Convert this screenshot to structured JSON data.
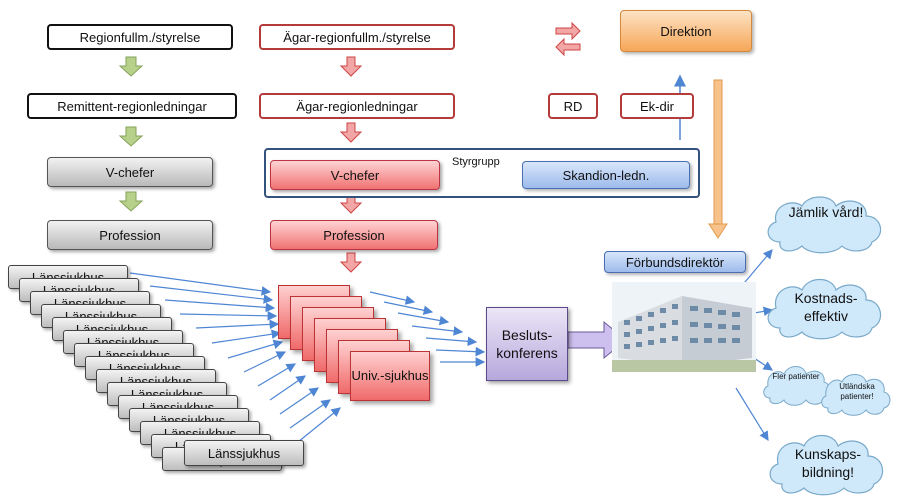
{
  "left_column": {
    "regionfullm": "Regionfullm./styrelse",
    "remittent": "Remittent-regionledningar",
    "vchefer": "V-chefer",
    "profession": "Profession"
  },
  "middle_column": {
    "agar_regionfullm": "Ägar-regionfullm./styrelse",
    "agar_regionledningar": "Ägar-regionledningar",
    "styrgrupp": "Styrgrupp",
    "vchefer": "V-chefer",
    "skandion_ledn": "Skandion-ledn.",
    "profession": "Profession",
    "univ_sjukhus": "Univ.-sjukhus"
  },
  "right_column": {
    "direktion": "Direktion",
    "rd": "RD",
    "ek_dir": "Ek-dir",
    "forbundsdirektor": "Förbundsdirektör",
    "beslutskonferens": "Besluts-konferens"
  },
  "hospitals": {
    "label": "Länssjukhus"
  },
  "clouds": {
    "jamlik": "Jämlik vård!",
    "kostnads": "Kostnads-effektiv",
    "fler": "Fler patienter",
    "utlandska": "Utländska patienter!",
    "kunskaps": "Kunskaps-bildning!"
  },
  "colors": {
    "green_arrow": "#a8c77a",
    "pink_arrow": "#e98a8a",
    "blue_arrow": "#5b8ed6",
    "orange_arrow": "#f5b26b",
    "cloud_fill": "#cfe9fb"
  }
}
